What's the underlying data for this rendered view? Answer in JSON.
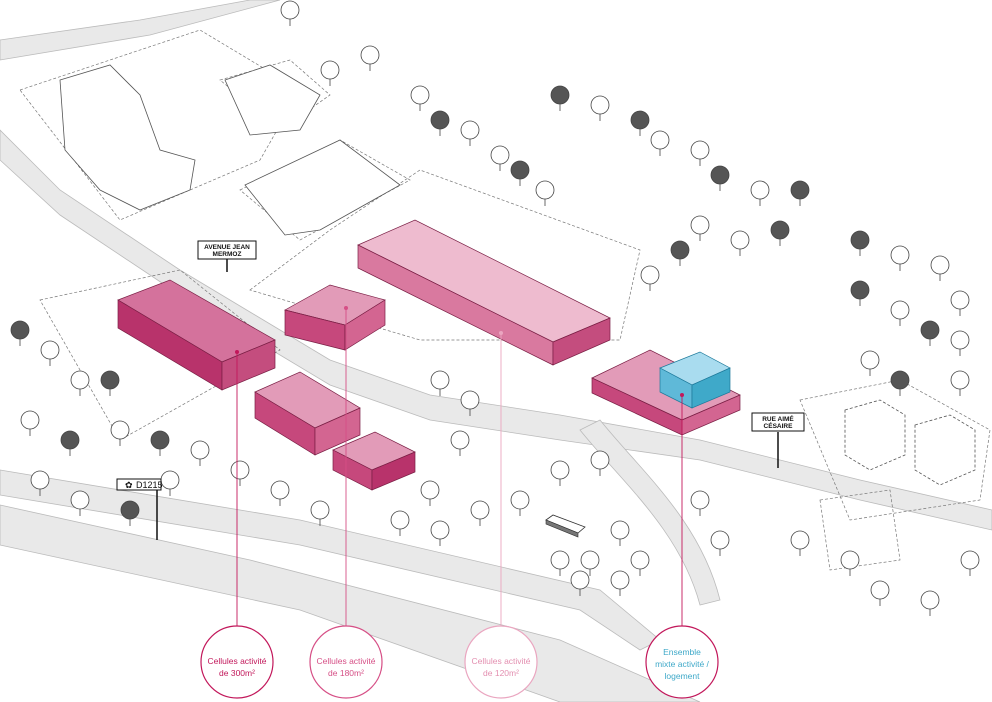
{
  "streets": {
    "avenue_line1": "AVENUE JEAN",
    "avenue_line2": "MERMOZ",
    "rue_line1": "RUE AIMÉ",
    "rue_line2": "CÉSAIRE",
    "road_number": "D1215"
  },
  "legend": [
    {
      "line1": "Cellules activité",
      "line2": "de 300m²",
      "color": "#c2185b"
    },
    {
      "line1": "Cellules activité",
      "line2": "de 180m²",
      "color": "#d64f86"
    },
    {
      "line1": "Cellules activité",
      "line2": "de 120m²",
      "color": "#eaa6c0"
    },
    {
      "line1": "Ensemble",
      "line2": "mixte activité /",
      "line3": "logement",
      "color": "#3fa9c9"
    }
  ],
  "colors": {
    "block_300": "#c44d7e",
    "block_180": "#d9799f",
    "block_120": "#ebb3c8",
    "mixed": "#6cc3e0",
    "tree_dark": "#555555",
    "road": "#e6e6e6"
  },
  "icons": [
    "signpost-icon",
    "road-shield-icon",
    "tree-icon",
    "car-icon",
    "bus-icon"
  ]
}
